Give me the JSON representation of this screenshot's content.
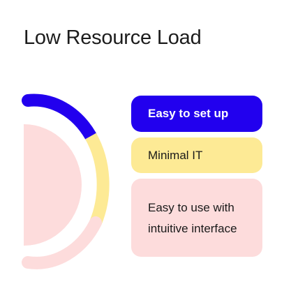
{
  "header": {
    "title": "Low Resource Load"
  },
  "cards": [
    {
      "label": "Easy to set up",
      "color": "#2200ee",
      "text_color": "#ffffff"
    },
    {
      "label": "Minimal IT",
      "color": "#fdea95",
      "text_color": "#1a1a1a"
    },
    {
      "label": "Easy to use with intuitive interface",
      "color": "#fddcdc",
      "text_color": "#1a1a1a"
    }
  ],
  "colors": {
    "background": "#ffffff",
    "fill_shape": "#fddcdc"
  }
}
